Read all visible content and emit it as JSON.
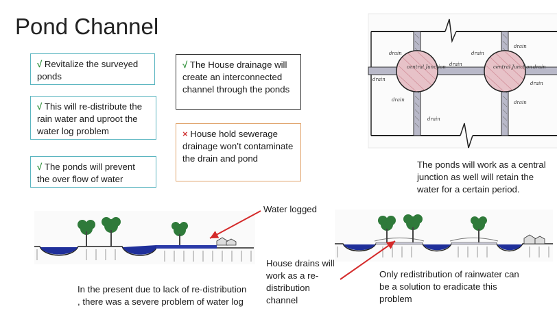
{
  "title": "Pond Channel",
  "boxes": {
    "revitalize": {
      "mark": "√",
      "text": "Revitalize the surveyed ponds"
    },
    "redistribute": {
      "mark": "√",
      "text": "This will re-distribute the rain water and uproot the water log problem"
    },
    "overflow": {
      "mark": "√",
      "text": "The ponds will prevent the over flow of water"
    },
    "interconnect": {
      "mark": "√",
      "text": "The House drainage will create an interconnected channel through the ponds"
    },
    "sewerage": {
      "mark": "×",
      "text": "House hold sewerage drainage won’t contaminate the drain and pond"
    }
  },
  "captions": {
    "central_junction": "The ponds will work as a central junction as well will retain the water for a certain period.",
    "water_logged": "Water logged",
    "house_drains": "House drains will work as a re-distribution channel",
    "only_redistribution": "Only redistribution of rainwater can be a solution to eradicate this problem",
    "present": "In the present due to lack of re-distribution , there was a severe problem of water log"
  },
  "sketch": {
    "junction_label_1": "central Junction",
    "junction_label_2": "central Junction",
    "drain_label": "drain"
  },
  "colors": {
    "check": "#2f8f3a",
    "cross": "#d23a3a",
    "teal_border": "#5ab5c0",
    "orange_border": "#e0a36a",
    "arrow": "#d42a2a",
    "water": "#1f2f9a"
  }
}
